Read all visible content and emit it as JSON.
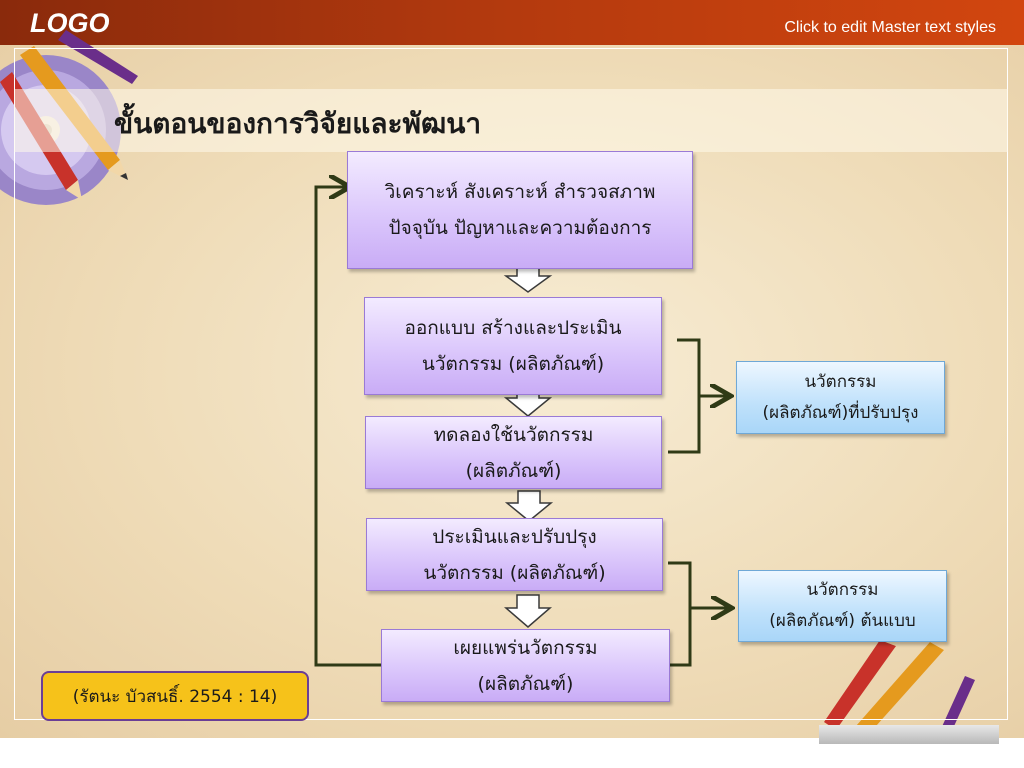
{
  "header": {
    "logo": "LOGO",
    "master_text": "Click to edit Master text styles"
  },
  "slide": {
    "title": "ขั้นตอนของการวิจัยและพัฒนา"
  },
  "diagram": {
    "steps": [
      {
        "line1": "วิเคราะห์ สังเคราะห์ สำรวจสภาพ",
        "line2": "ปัจจุบัน ปัญหาและความต้องการ"
      },
      {
        "line1": "ออกแบบ สร้างและประเมิน",
        "line2": "นวัตกรรม (ผลิตภัณฑ์)"
      },
      {
        "line1": "ทดลองใช้นวัตกรรม",
        "line2": "(ผลิตภัณฑ์)"
      },
      {
        "line1": "ประเมินและปรับปรุง",
        "line2": "นวัตกรรม (ผลิตภัณฑ์)"
      },
      {
        "line1": "เผยแพร่นวัตกรรม",
        "line2": "(ผลิตภัณฑ์)"
      }
    ],
    "outputs": [
      {
        "line1": "นวัตกรรม",
        "line2": "(ผลิตภัณฑ์)ที่ปรับปรุง"
      },
      {
        "line1": "นวัตกรรม",
        "line2": "(ผลิตภัณฑ์) ต้นแบบ"
      }
    ],
    "citation": "(รัตนะ  บัวสนธิ์. 2554 : 14)"
  },
  "colors": {
    "header_bar": "#b43a0e",
    "step_box": "#d9c4fb",
    "output_box": "#bfe1fb",
    "citation_box": "#f6c21a",
    "connector": "#2f3a16"
  }
}
